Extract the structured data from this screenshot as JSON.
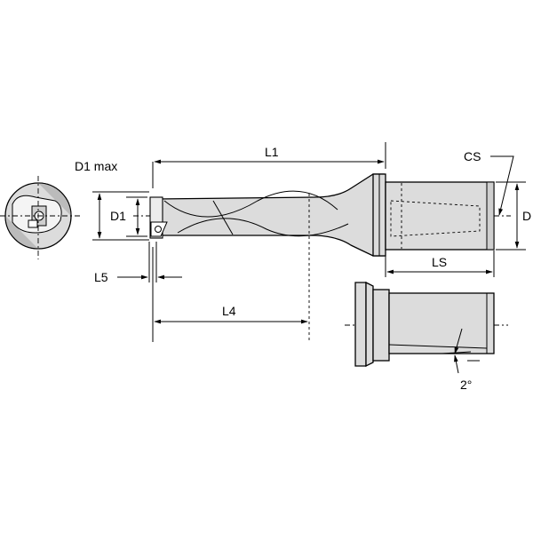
{
  "labels": {
    "l1": "L1",
    "d1_max": "D1 max",
    "d1": "D1",
    "cs": "CS",
    "d": "D",
    "ls": "LS",
    "l5": "L5",
    "l4": "L4",
    "angle": "2°"
  },
  "colors": {
    "line": "#000000",
    "body_fill": "#dcdcdc",
    "background": "#ffffff"
  }
}
